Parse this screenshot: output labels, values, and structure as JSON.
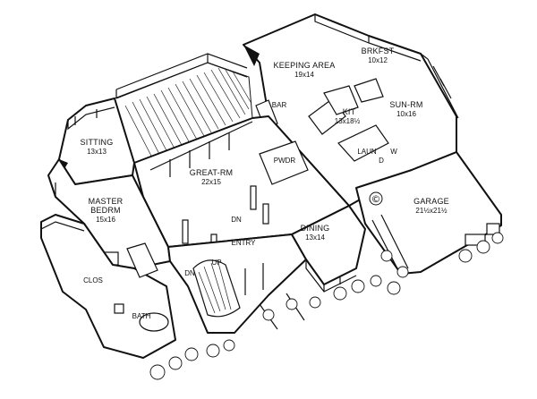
{
  "rooms": {
    "keeping_area": {
      "name": "KEEPING AREA",
      "dim": "19x14"
    },
    "brkfst": {
      "name": "BRKFST",
      "dim": "10x12"
    },
    "sun_rm": {
      "name": "SUN-RM",
      "dim": "10x16"
    },
    "kit": {
      "name": "KIT",
      "dim": "13x18½"
    },
    "sitting": {
      "name": "SITTING",
      "dim": "13x13"
    },
    "great_rm": {
      "name": "GREAT-RM",
      "dim": "22x15"
    },
    "master_bedrm": {
      "name": "MASTER",
      "name2": "BEDRM",
      "dim": "15x16"
    },
    "garage": {
      "name": "GARAGE",
      "dim": "21½x21½"
    },
    "dining": {
      "name": "DINING",
      "dim": "13x14"
    }
  },
  "labels": {
    "bar": "BAR",
    "pwdr": "PWDR",
    "laun": "LAUN",
    "w": "W",
    "d": "D",
    "dn_great": "DN",
    "entry": "ENTRY",
    "up": "UP",
    "dn_stair": "DN",
    "clos": "CLOS",
    "bath": "BATH",
    "copyright": "©"
  }
}
